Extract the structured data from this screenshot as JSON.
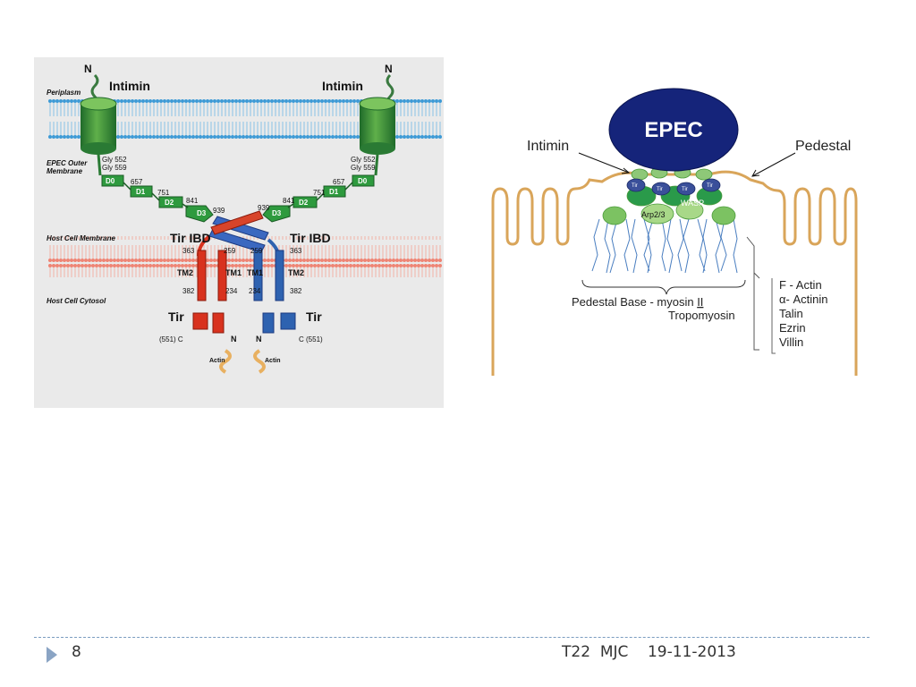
{
  "left_figure": {
    "labels": {
      "n_left": "N",
      "n_right": "N",
      "intimin_left": "Intimin",
      "intimin_right": "Intimin",
      "periplasm": "Periplasm",
      "outer_membrane_1": "EPEC Outer",
      "outer_membrane_2": "Membrane",
      "gly552_left": "Gly 552",
      "gly559_left": "Gly 559",
      "gly552_right": "Gly 552",
      "gly559_right": "Gly 559",
      "d0_left": "D0",
      "d1_left": "D1",
      "d2_left": "D2",
      "d3_left": "D3",
      "d0_right": "D0",
      "d1_right": "D1",
      "d2_right": "D2",
      "d3_right": "D3",
      "n657_left": "657",
      "n751_left": "751",
      "n841_left": "841",
      "n939_left": "939",
      "n657_right": "657",
      "n751_right": "751",
      "n841_right": "841",
      "n939_right": "939",
      "host_membrane": "Host Cell Membrane",
      "tir_ibd_left": "Tir IBD",
      "tir_ibd_right": "Tir IBD",
      "n363_left": "363",
      "n259_left": "259",
      "n259_right": "259",
      "n363_right": "363",
      "tm2_left": "TM2",
      "tm1_left": "TM1",
      "tm1_right": "TM1",
      "tm2_right": "TM2",
      "n382_left": "382",
      "n234_left": "234",
      "n234_right": "234",
      "n382_right": "382",
      "host_cytosol": "Host Cell Cytosol",
      "tir_left": "Tir",
      "tir_right": "Tir",
      "c551_left": "(551) C",
      "c551_right": "C (551)",
      "n_tir_left": "N",
      "n_tir_right": "N",
      "actin_left": "Actin",
      "actin_right": "Actin"
    },
    "colors": {
      "membrane_blue": "#4fa8dc",
      "membrane_pink": "#f08878",
      "intimin_green": "#2e8b3a",
      "tir_red": "#d8321e",
      "tir_blue": "#2e62b0",
      "bg": "#eaeaea"
    }
  },
  "right_figure": {
    "labels": {
      "epec": "EPEC",
      "intimin": "Intimin",
      "pedestal": "Pedestal",
      "tir": "Tir",
      "arp": "Arp2/3",
      "wasp": "WASP",
      "pedestal_base": "Pedestal Base  -  myosin ",
      "myosin_numeral": "II",
      "tropomyosin": "Tropomyosin",
      "f_actin": "F - Actin",
      "a_actinin": "α- Actinin",
      "talin": "Talin",
      "ezrin": "Ezrin",
      "villin": "Villin"
    },
    "colors": {
      "epec": "#15247a",
      "membrane": "#d9a55a",
      "green": "#7cc262",
      "tir": "#3a4f9a",
      "fibers": "#4a7ec0"
    }
  },
  "footer": {
    "slide_number": "8",
    "info": "T22  MJC    19-11-2013"
  }
}
